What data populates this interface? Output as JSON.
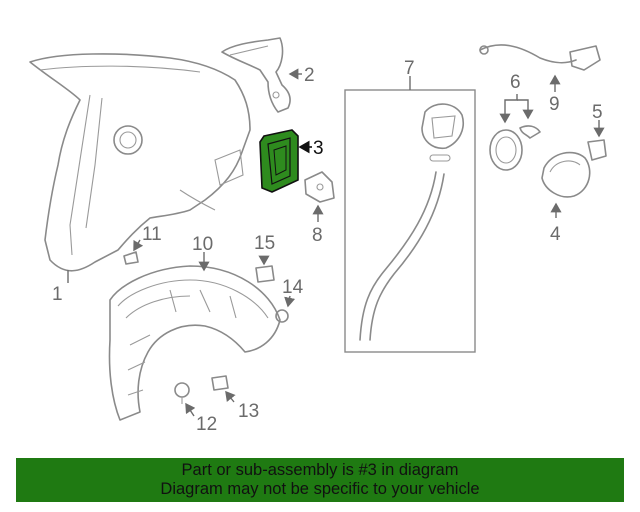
{
  "diagram": {
    "callouts": [
      "1",
      "2",
      "3",
      "4",
      "5",
      "6",
      "7",
      "8",
      "9",
      "10",
      "11",
      "12",
      "13",
      "14",
      "15"
    ],
    "highlighted": "3",
    "highlight_color": "#2e8b1e"
  },
  "banner": {
    "line1": "Part or sub-assembly is #3 in diagram",
    "line2": "Diagram may not be specific to your vehicle",
    "background": "#1f7a12"
  }
}
